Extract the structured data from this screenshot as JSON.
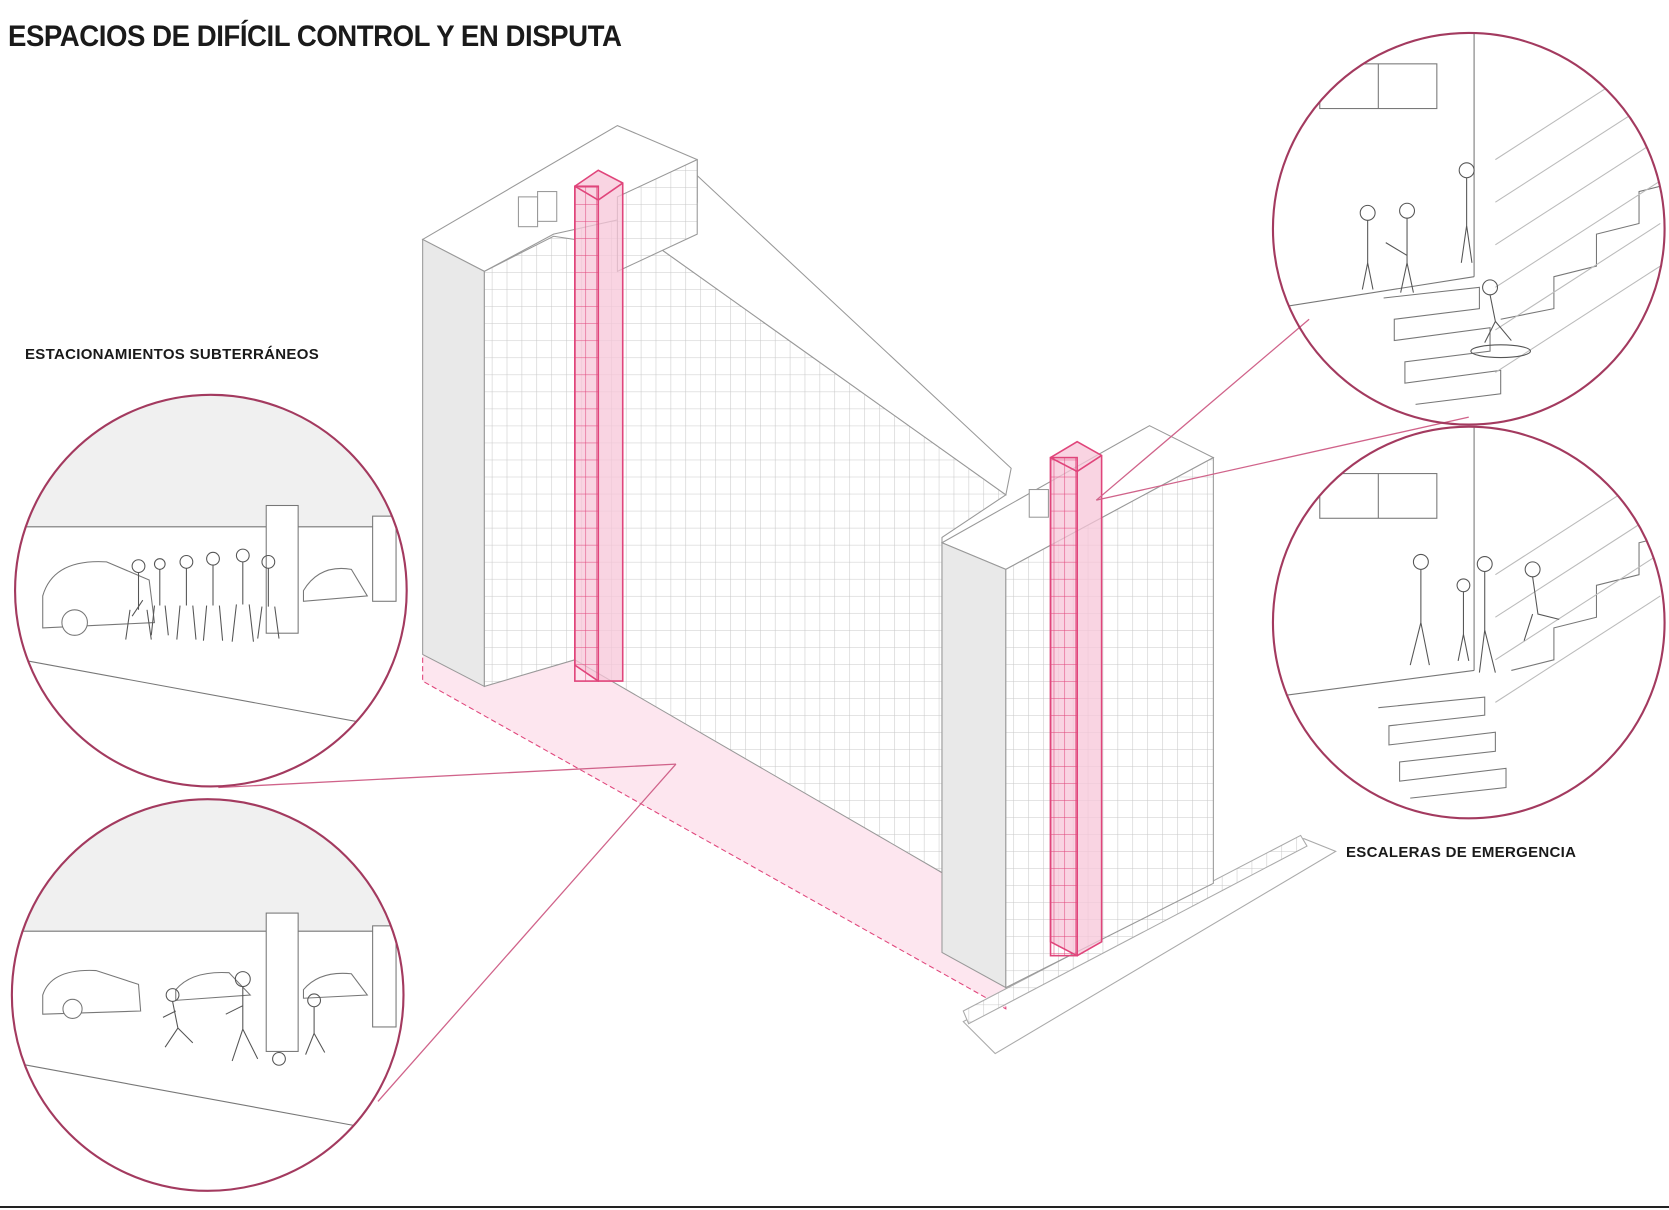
{
  "title": "ESPACIOS DE DIFÍCIL CONTROL Y EN DISPUTA",
  "labels": {
    "parking": "ESTACIONAMIENTOS SUBTERRÁNEOS",
    "stairs": "ESCALERAS DE EMERGENCIA"
  },
  "colors": {
    "highlight": "#e0457b",
    "highlight_fill": "#f7c6d8",
    "circle_stroke": "#a33a5f",
    "line": "#9a9a9a"
  }
}
